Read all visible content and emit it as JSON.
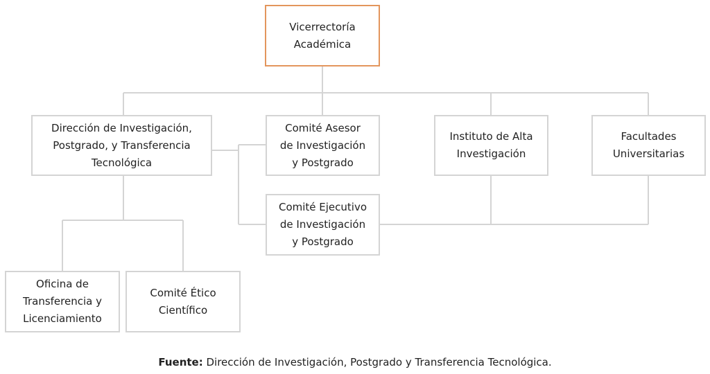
{
  "accent_color": "#e3955c",
  "border_color": "#d4d4d4",
  "nodes": {
    "vicerrectoria": {
      "lines": [
        "Vicerrectoría",
        "Académica"
      ]
    },
    "direccion": {
      "lines": [
        "Dirección de Investigación,",
        "Postgrado, y Transferencia",
        "Tecnológica"
      ]
    },
    "comite_asesor": {
      "lines": [
        "Comité Asesor",
        "de Investigación",
        "y Postgrado"
      ]
    },
    "instituto": {
      "lines": [
        "Instituto de Alta",
        "Investigación"
      ]
    },
    "facultades": {
      "lines": [
        "Facultades",
        "Universitarias"
      ]
    },
    "comite_ejecutivo": {
      "lines": [
        "Comité Ejecutivo",
        "de Investigación",
        "y Postgrado"
      ]
    },
    "oficina": {
      "lines": [
        "Oficina de",
        "Transferencia y",
        "Licenciamiento"
      ]
    },
    "comite_etico": {
      "lines": [
        "Comité Ético",
        "Científico"
      ]
    }
  },
  "caption": {
    "label": "Fuente:",
    "text": " Dirección de Investigación, Postgrado y Transferencia Tecnológica."
  }
}
